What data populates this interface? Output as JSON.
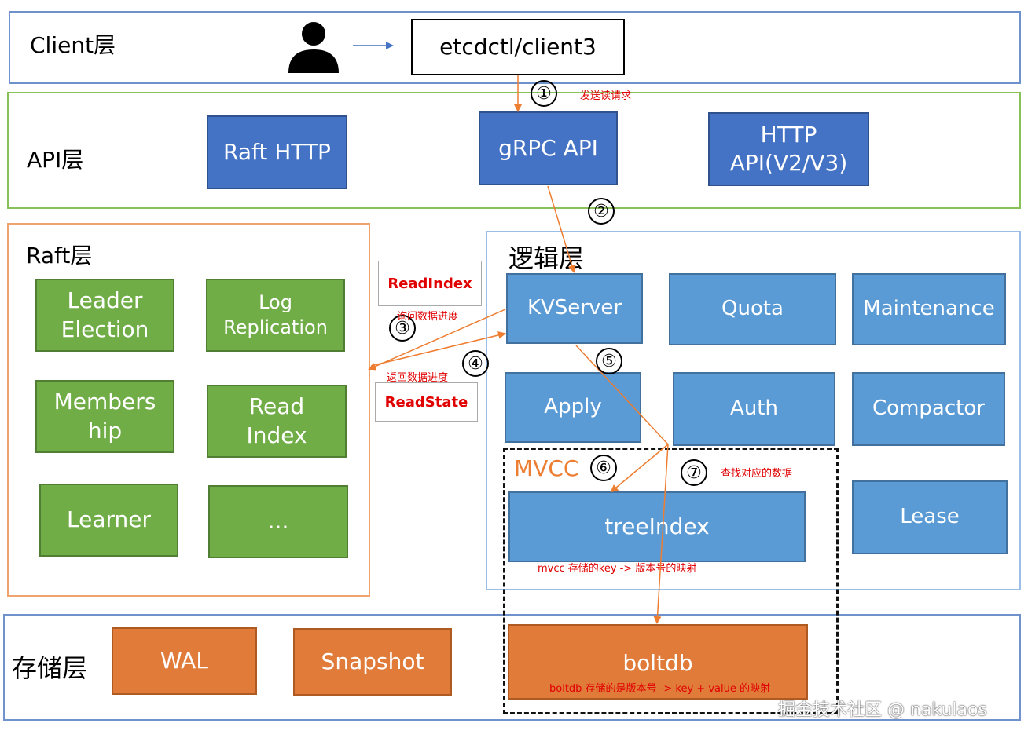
{
  "client": {
    "layer": "Client层",
    "cli": "etcdctl/client3"
  },
  "api": {
    "layer": "API层",
    "boxes": [
      "Raft HTTP",
      "gRPC API",
      "HTTP API(V2/V3)"
    ]
  },
  "raft": {
    "layer": "Raft层",
    "boxes": [
      "Leader Election",
      "Log Replication",
      "Members hip",
      "Read Index",
      "Learner",
      "..."
    ]
  },
  "logic": {
    "layer": "逻辑层",
    "boxes": [
      "KVServer",
      "Quota",
      "Maintenance",
      "Apply",
      "Auth",
      "Compactor",
      "Lease"
    ]
  },
  "mvcc": {
    "title": "MVCC",
    "treeindex": "treeIndex",
    "treeindex_note": "mvcc 存储的key  -> 版本号的映射"
  },
  "storage": {
    "layer": "存储层",
    "boxes": [
      "WAL",
      "Snapshot",
      "boltdb"
    ],
    "boltdb_note": "boltdb 存储的是版本号 -> key + value 的映射"
  },
  "steps": {
    "s1": "①",
    "s1_label": "发送读请求",
    "s2": "②",
    "s3": "③",
    "s3_label": "询问数据进度",
    "s4": "④",
    "s4_label": "返回数据进度",
    "s5": "⑤",
    "s6": "⑥",
    "s7": "⑦",
    "s7_label": "查找对应的数据"
  },
  "readindex_box": "ReadIndex",
  "readstate_box": "ReadState",
  "watermark": "掘金技术社区 @ nakulaos",
  "colors": {
    "api_blue": "#4472c4",
    "logic_blue": "#5b9bd5",
    "raft_green": "#70ad47",
    "storage_orange": "#e07b39",
    "arrow_orange": "#ed7d31",
    "note_red": "#e00000"
  }
}
